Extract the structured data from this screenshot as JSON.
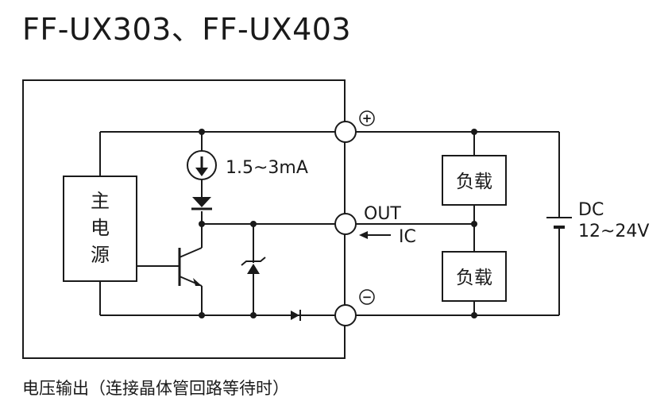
{
  "title": "FF-UX303、FF-UX403",
  "caption": "电压输出（连接晶体管回路等待时）",
  "labels": {
    "main_power": [
      "主",
      "电",
      "源"
    ],
    "current": "1.5~3mA",
    "out": "OUT",
    "ic": "IC",
    "load_top": "负载",
    "load_bottom": "负载",
    "dc": "DC",
    "voltage": "12~24V"
  },
  "terminals": {
    "plus_symbol": "+",
    "minus_symbol": "−"
  }
}
